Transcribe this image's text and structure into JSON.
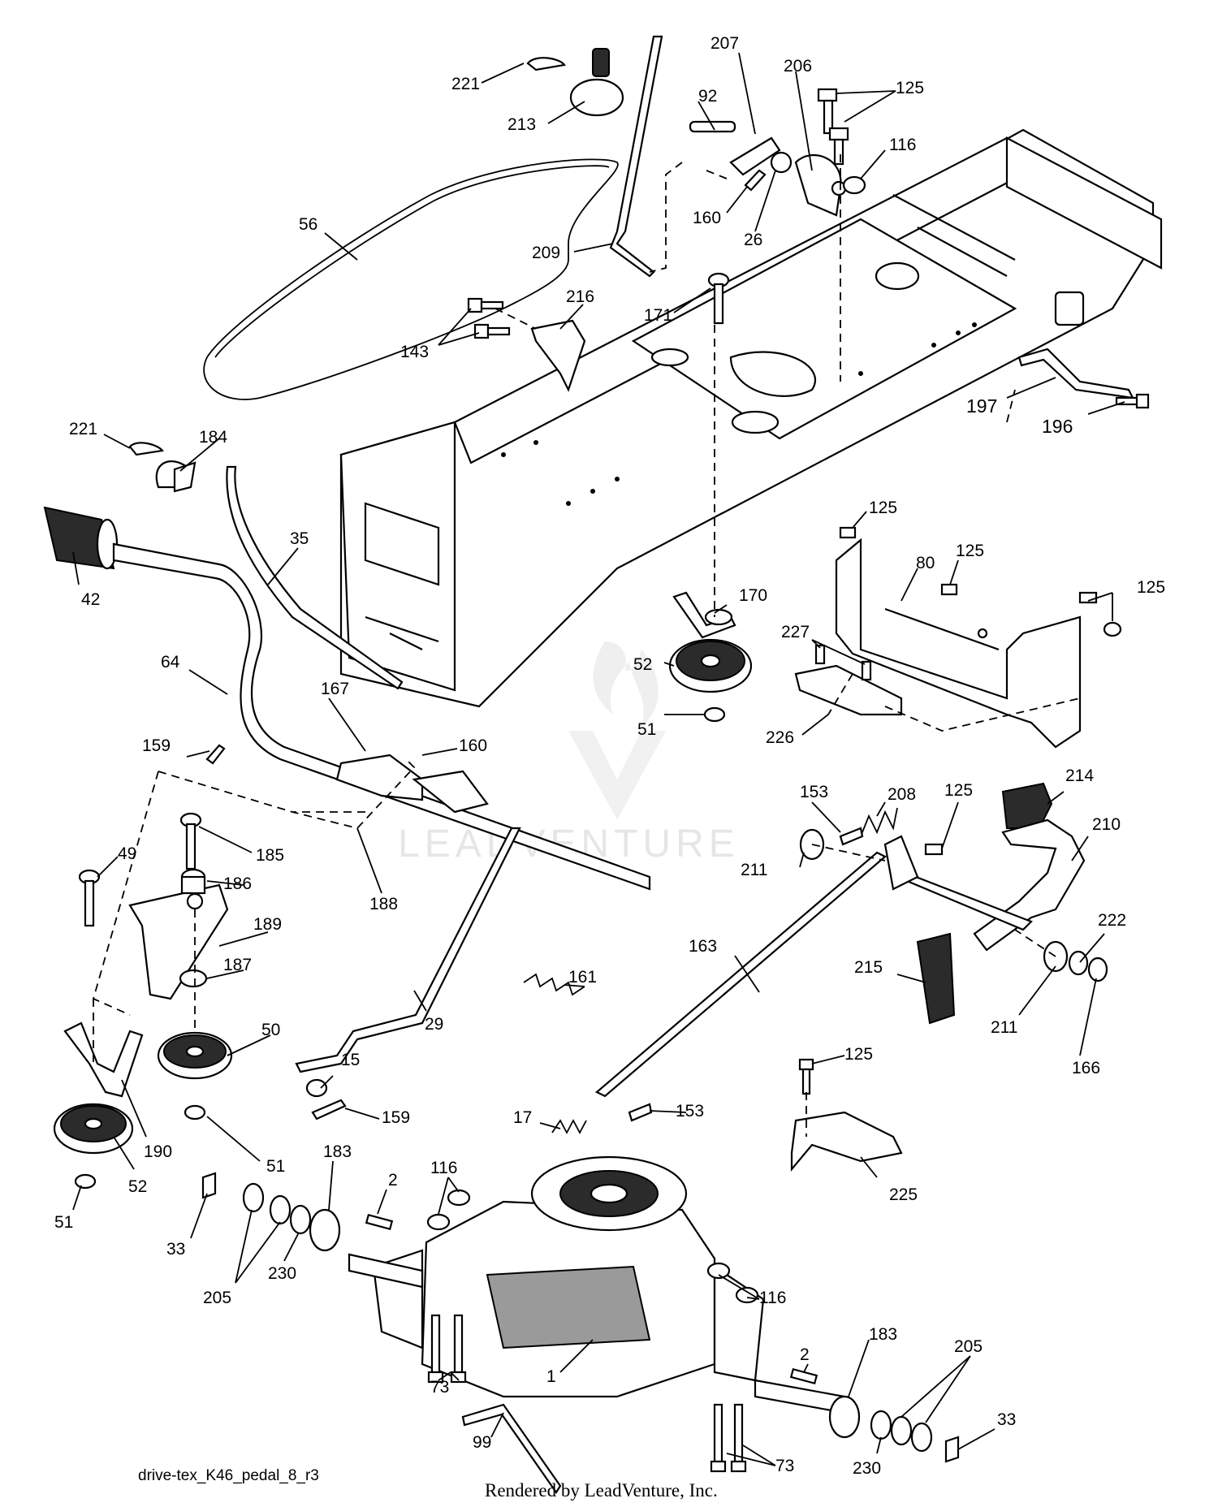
{
  "diagram_id": "drive-tex_K46_pedal_8_r3",
  "credit": "Rendered by LeadVenture, Inc.",
  "watermark": "LEADVENTURE",
  "part_labels": [
    "221",
    "213",
    "207",
    "92",
    "206",
    "125",
    "116",
    "160",
    "26",
    "209",
    "56",
    "216",
    "143",
    "171",
    "197",
    "196",
    "221",
    "184",
    "35",
    "42",
    "64",
    "167",
    "160",
    "159",
    "125",
    "125",
    "125",
    "80",
    "170",
    "227",
    "52",
    "51",
    "226",
    "49",
    "185",
    "186",
    "189",
    "188",
    "187",
    "161",
    "29",
    "50",
    "15",
    "159",
    "190",
    "52",
    "51",
    "51",
    "153",
    "208",
    "125",
    "214",
    "210",
    "211",
    "163",
    "222",
    "215",
    "211",
    "166",
    "125",
    "17",
    "153",
    "225",
    "183",
    "2",
    "116",
    "33",
    "205",
    "230",
    "116",
    "2",
    "183",
    "205",
    "73",
    "1",
    "99",
    "73",
    "230",
    "33"
  ]
}
